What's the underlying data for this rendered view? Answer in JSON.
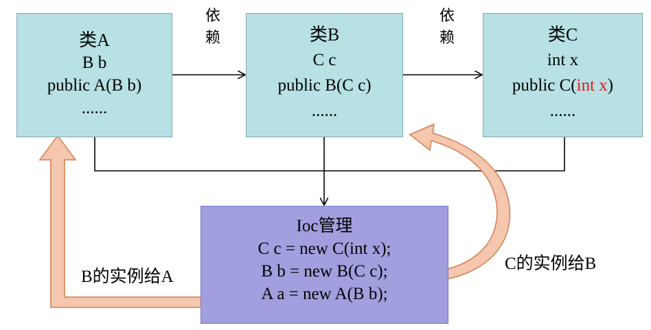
{
  "dependency_label": [
    "依",
    "赖"
  ],
  "class_a": {
    "title": "类A",
    "lines": [
      "B b",
      "public A(B b)",
      "......"
    ]
  },
  "class_b": {
    "title": "类B",
    "lines": [
      "C c",
      "public B(C c)",
      "......"
    ]
  },
  "class_c": {
    "title": "类C",
    "field": "int x",
    "ctor_prefix": "public C(",
    "ctor_param": "int x",
    "ctor_suffix": ")",
    "dots": "......"
  },
  "ioc": {
    "title": "Ioc管理",
    "lines": [
      "C c = new C(int x);",
      "B b = new B(C c);",
      "A a = new A(B b);"
    ]
  },
  "label_b_to_a": "B的实例给A",
  "label_c_to_b": "C的实例给B",
  "colors": {
    "class_box": "#b7e1e4",
    "ioc_box": "#a29fdf",
    "curved_arrow_fill": "#f4c7ae",
    "curved_arrow_stroke": "#d98b60",
    "highlight": "#e01b1b"
  }
}
